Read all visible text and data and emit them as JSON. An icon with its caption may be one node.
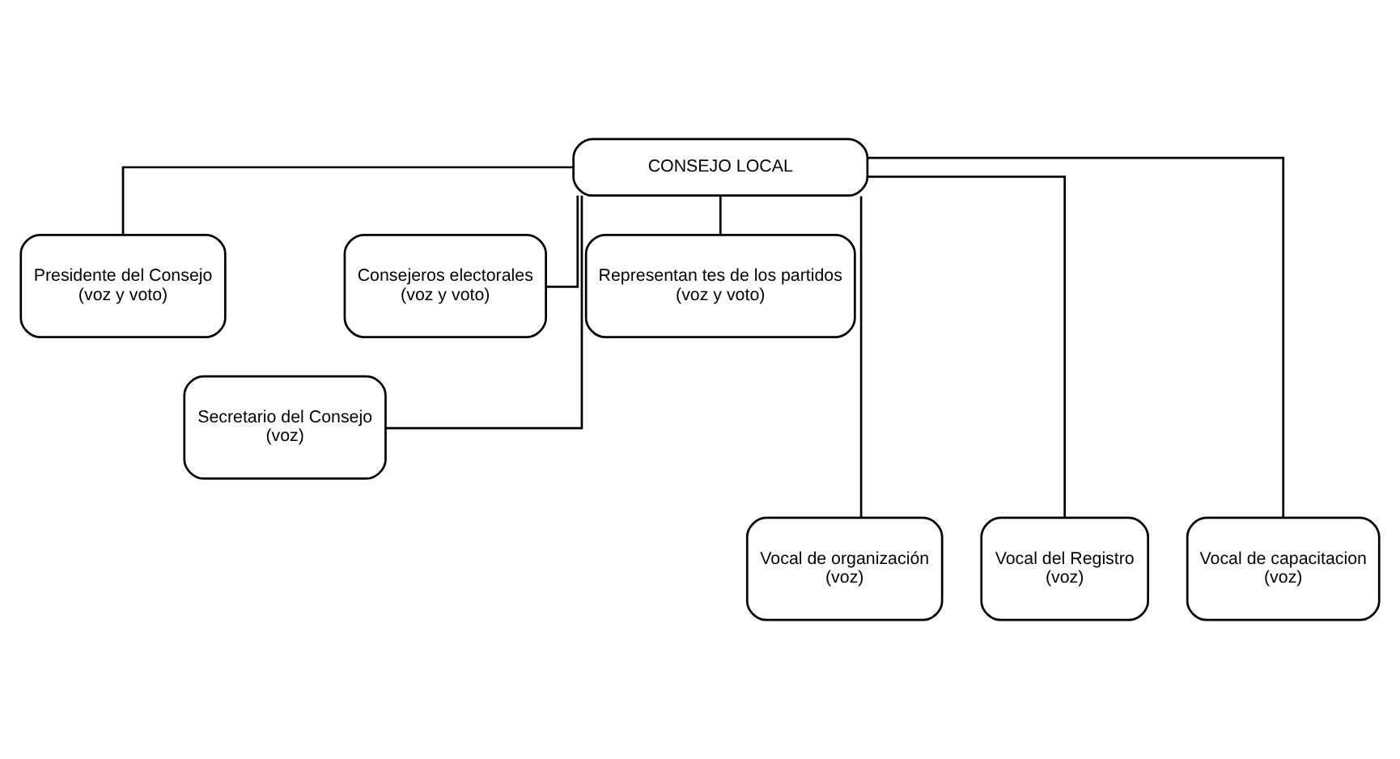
{
  "diagram": {
    "nodes": [
      {
        "text": [
          "CONSEJO LOCAL"
        ]
      },
      {
        "text": [
          "Presidente del Consejo",
          "(voz y voto)"
        ]
      },
      {
        "text": [
          "Secretario del Consejo",
          "(voz)"
        ]
      },
      {
        "text": [
          "Consejeros electorales",
          "(voz y voto)"
        ]
      },
      {
        "text": [
          "Representan tes de los partidos",
          "(voz y voto)"
        ]
      },
      {
        "text": [
          "Vocal de organización",
          "(voz)"
        ]
      },
      {
        "text": [
          "Vocal del Registro",
          "(voz)"
        ]
      },
      {
        "text": [
          "Vocal de capacitacion",
          "(voz)"
        ]
      }
    ],
    "edges": [
      {
        "from": 0,
        "to": 1,
        "arrow": "none"
      },
      {
        "from": 0,
        "to": 2,
        "arrow": "none"
      },
      {
        "from": 0,
        "to": 3,
        "arrow": "none"
      },
      {
        "from": 0,
        "to": 5,
        "arrow": "none"
      },
      {
        "from": 0,
        "to": 6,
        "arrow": "none"
      },
      {
        "from": 0,
        "to": 7,
        "arrow": "none"
      },
      {
        "from": 0,
        "to": 4,
        "arrow": "none"
      }
    ]
  }
}
